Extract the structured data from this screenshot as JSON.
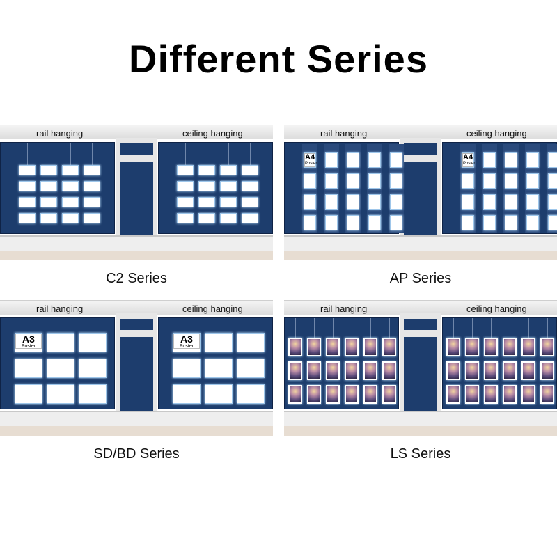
{
  "title": "Different Series",
  "panels": [
    {
      "caption": "C2 Series",
      "left_label": "rail hanging",
      "right_label": "ceiling hanging",
      "display": {
        "type": "pocket-grid",
        "rows": 4,
        "cols": 4
      }
    },
    {
      "caption": "AP Series",
      "left_label": "rail hanging",
      "right_label": "ceiling hanging",
      "display": {
        "type": "strip-columns",
        "rows": 4,
        "cols": 5
      },
      "poster_label": {
        "size": "A4",
        "text": "Poster"
      }
    },
    {
      "caption": "SD/BD Series",
      "left_label": "rail hanging",
      "right_label": "ceiling hanging",
      "display": {
        "type": "panel-grid",
        "rows": 3,
        "cols": 3
      },
      "poster_label": {
        "size": "A3",
        "text": "Poster"
      }
    },
    {
      "caption": "LS Series",
      "left_label": "rail hanging",
      "right_label": "ceiling hanging",
      "display": {
        "type": "photo-grid",
        "rows": 3,
        "cols": 6
      }
    }
  ],
  "colors": {
    "window": "#1d3d6d",
    "fascia": "#e6e6e6",
    "pavement": "#e7ddd2",
    "light_panel": "#ffffff",
    "glow": "#9ec6ea"
  }
}
